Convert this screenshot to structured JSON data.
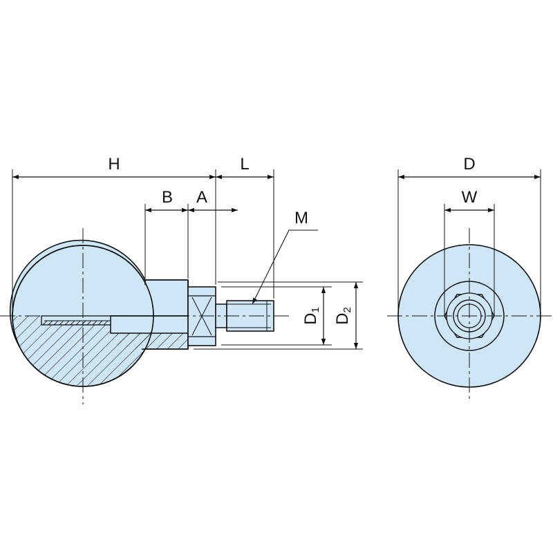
{
  "colors": {
    "fill": "#cfe6f7",
    "line": "#111111",
    "center": "#111111"
  },
  "labels": {
    "H": "H",
    "L": "L",
    "B": "B",
    "A": "A",
    "M": "M",
    "D1_main": "D",
    "D1_sub": "1",
    "D2_main": "D",
    "D2_sub": "2",
    "D": "D",
    "W": "W"
  }
}
